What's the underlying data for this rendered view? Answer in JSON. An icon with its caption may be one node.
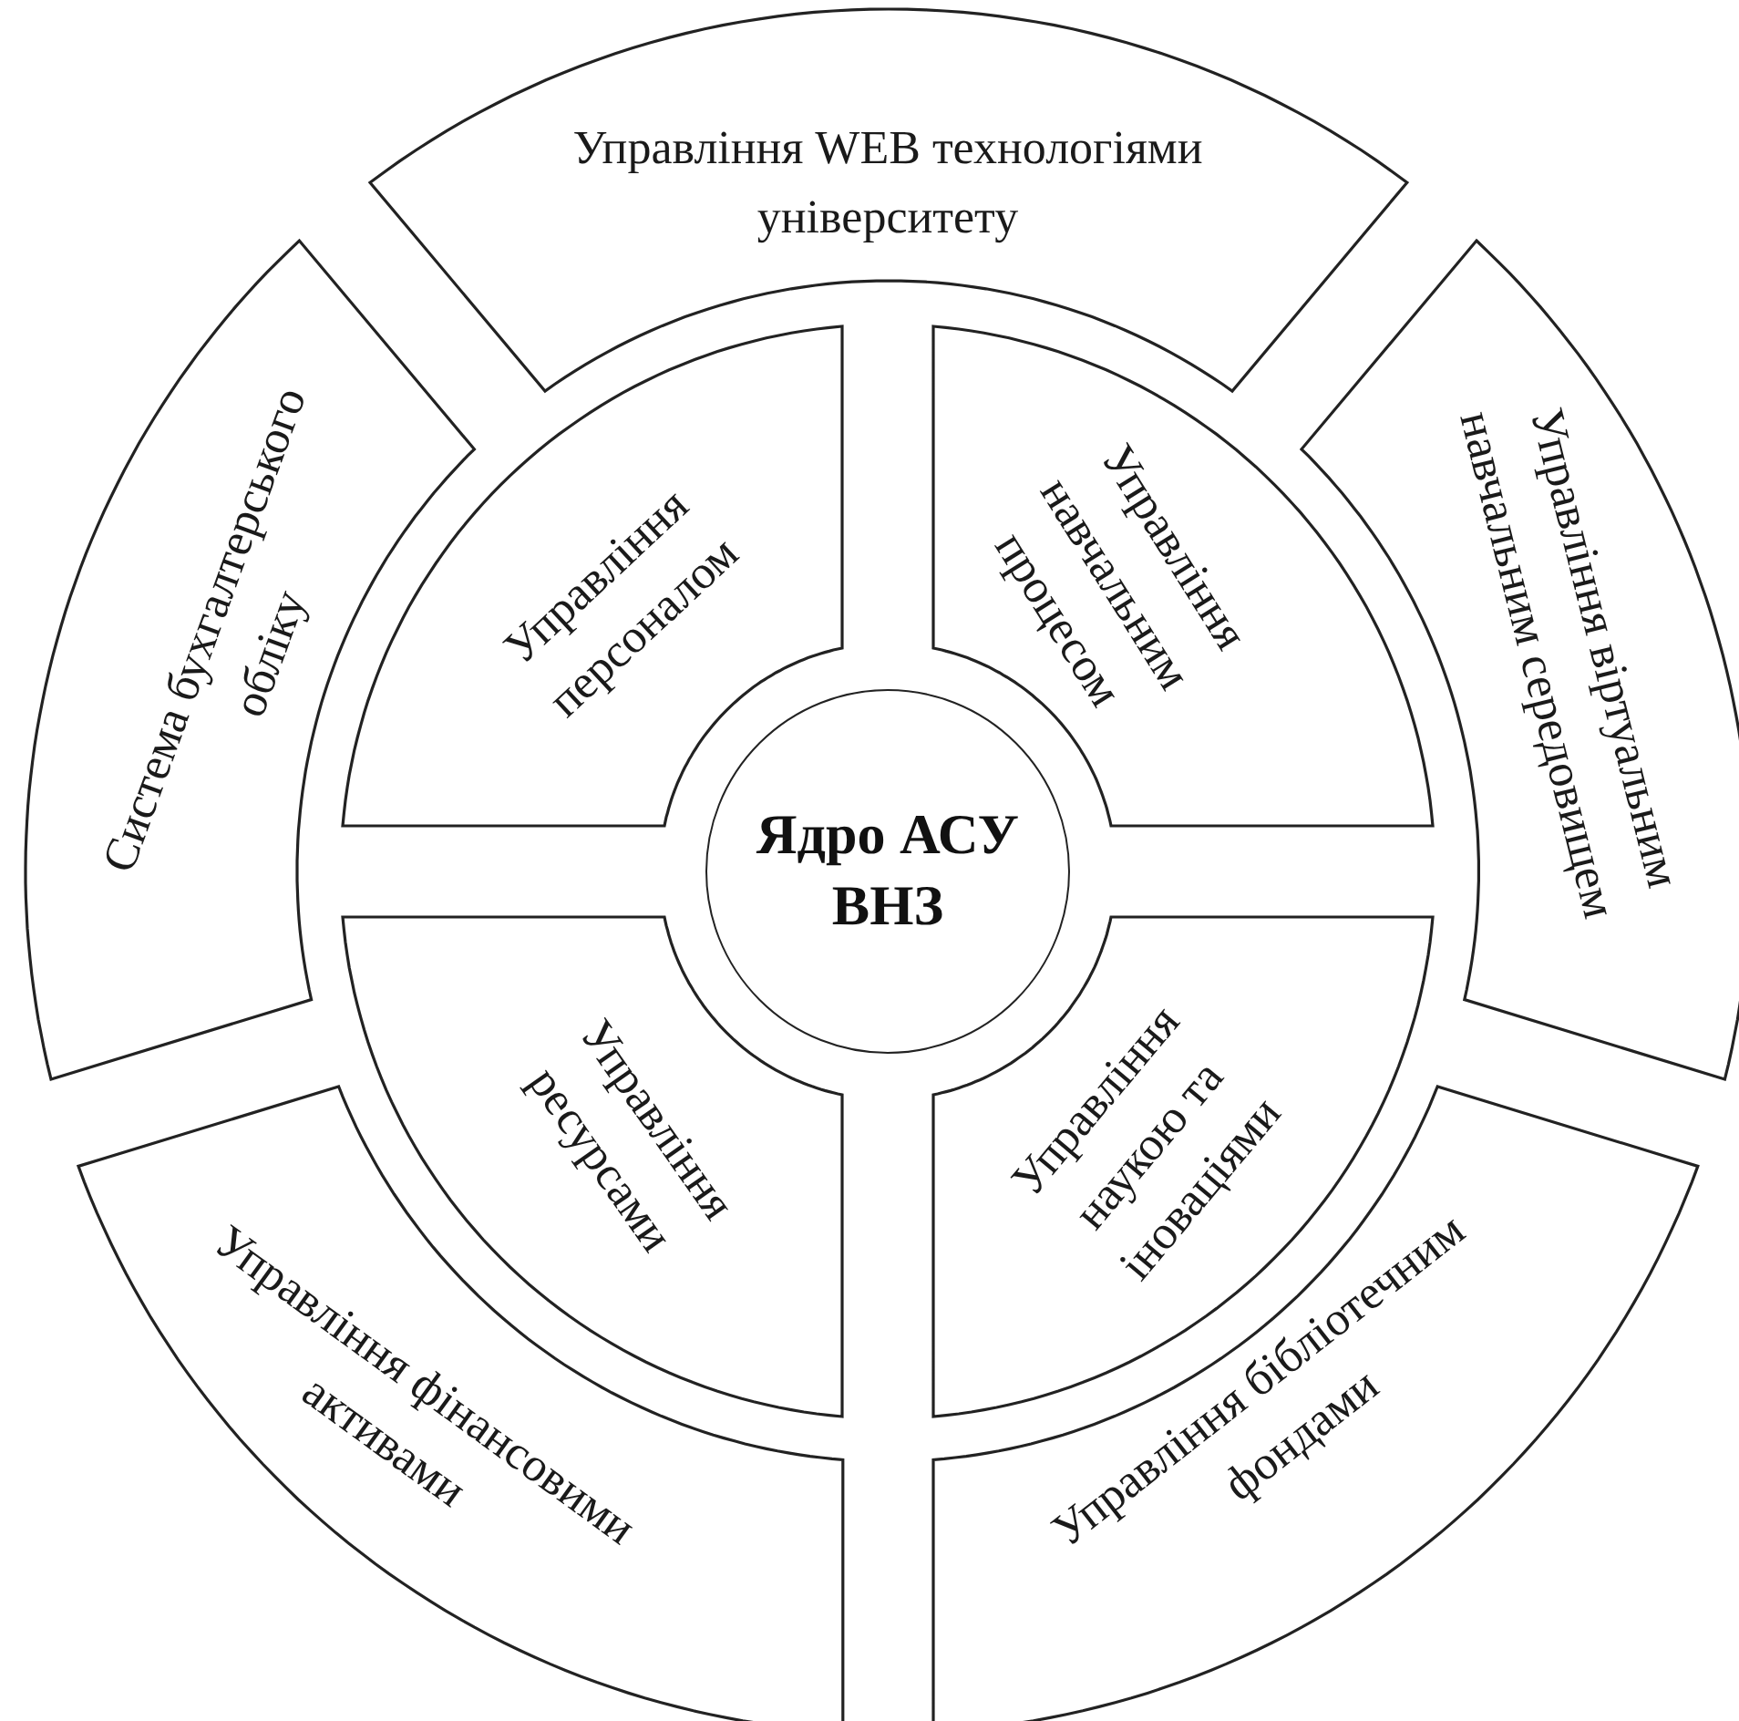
{
  "diagram": {
    "nodes": [
      {
        "text": [
          "Управління WEB технологіями університету"
        ]
      },
      {
        "text": [
          "Система бухгалтерського обліку"
        ]
      },
      {
        "text": [
          "Управління персоналом"
        ]
      },
      {
        "text": [
          "Управління навчальним процесом"
        ]
      },
      {
        "text": [
          "Управління віртуальним навчальним середовищем"
        ]
      },
      {
        "text": [
          "Ядро АСУ ВНЗ"
        ]
      },
      {
        "text": [
          "Управління ресурсами"
        ]
      },
      {
        "text": [
          "Управління наукою та іноваціями"
        ]
      },
      {
        "text": [
          "Управління фінансовими активами"
        ]
      },
      {
        "text": [
          "Управління бібліотечним фондами"
        ]
      }
    ]
  }
}
